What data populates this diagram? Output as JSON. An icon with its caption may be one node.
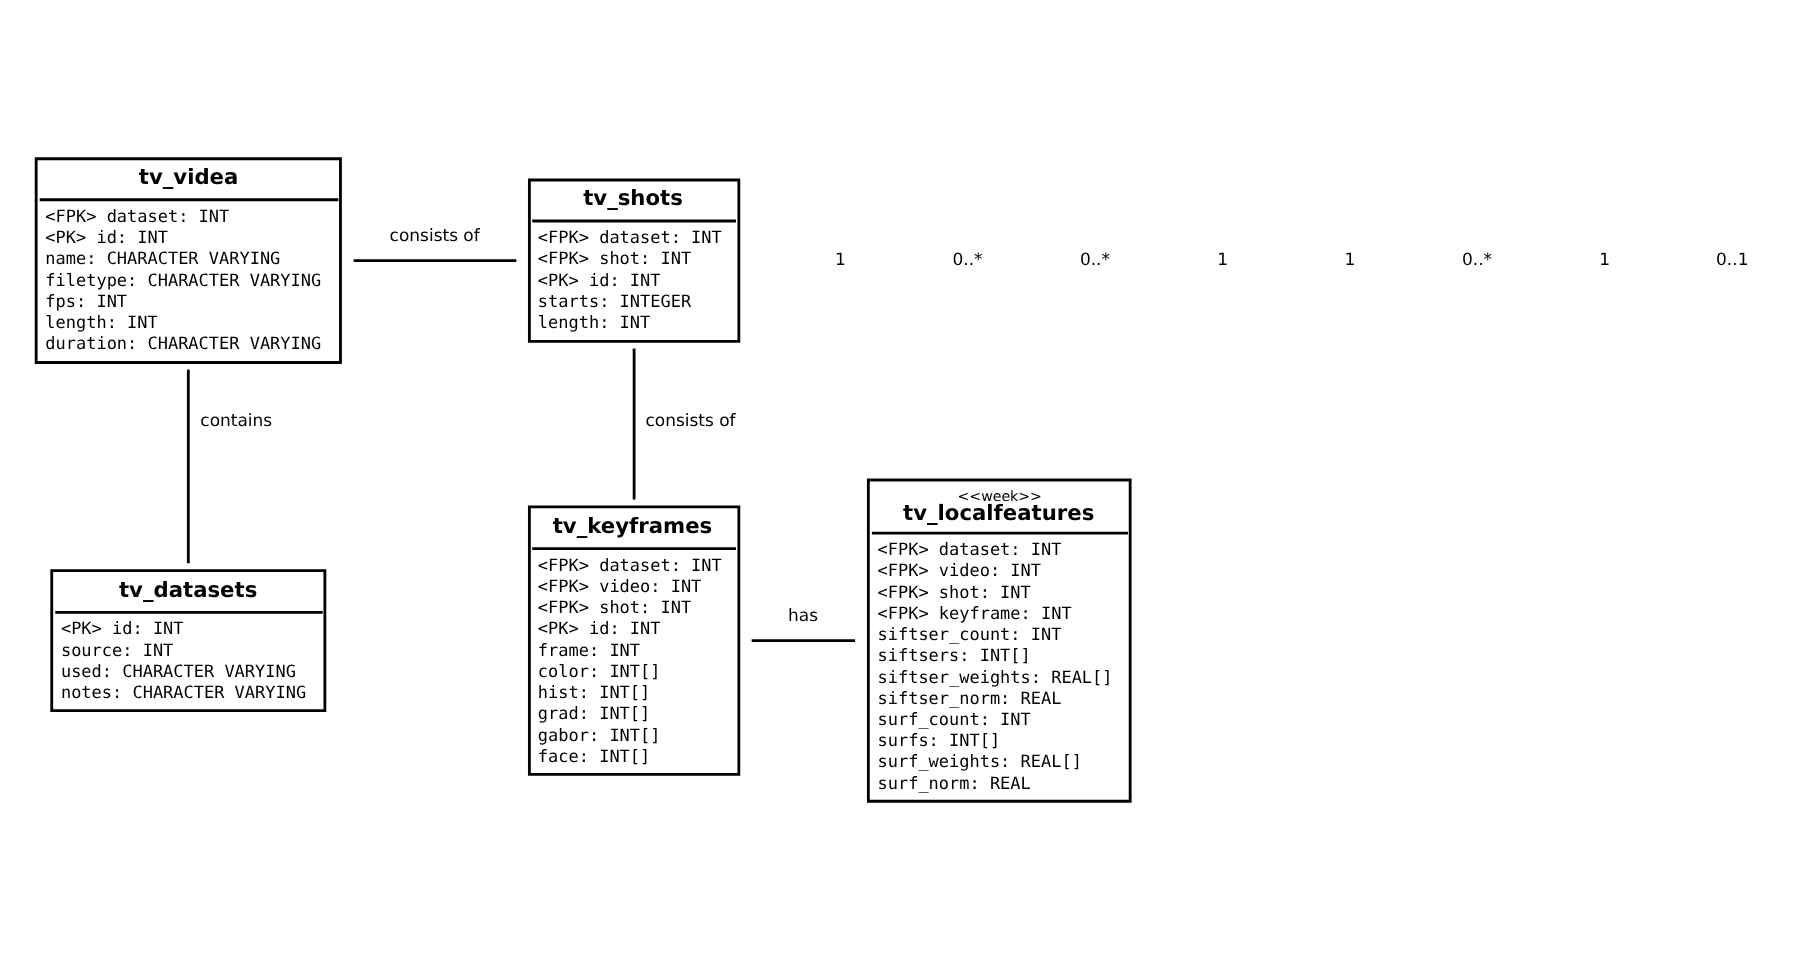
{
  "diagram": {
    "nodes": [
      {
        "text": [
          "tv_videa",
          "<FPK> dataset: INT",
          "<PK> id: INT",
          "name: CHARACTER VARYING",
          "filetype: CHARACTER VARYING",
          "fps: INT",
          "length: INT",
          "duration: CHARACTER VARYING"
        ]
      },
      {
        "text": [
          "tv_shots",
          "<FPK> dataset: INT",
          "<FPK> shot: INT",
          "<PK> id: INT",
          "starts: INTEGER",
          "length: INT"
        ]
      },
      {
        "text": [
          "tv_datasets",
          "<PK> id: INT",
          "source: INT",
          "used: CHARACTER VARYING",
          "notes: CHARACTER VARYING"
        ]
      },
      {
        "text": [
          "tv_keyframes",
          "<FPK> dataset: INT",
          "<FPK> video: INT",
          "<FPK> shot: INT",
          "<PK> id: INT",
          "frame: INT",
          "color: INT[]",
          "hist: INT[]",
          "grad: INT[]",
          "gabor: INT[]",
          "face: INT[]"
        ]
      },
      {
        "text": [
          "<<week>>",
          "tv_localfeatures",
          "<FPK> dataset: INT",
          "<FPK> video: INT",
          "<FPK> shot: INT",
          "<FPK> keyframe: INT",
          "siftser_count: INT",
          "siftsers: INT[]",
          "siftser_weights: REAL[]",
          "siftser_norm: REAL",
          "surf_count: INT",
          "surfs: INT[]",
          "surf_weights: REAL[]",
          "surf_norm: REAL"
        ]
      }
    ],
    "edges": [
      {
        "from": 0,
        "to": 1,
        "arrow": "none",
        "label": "consists of"
      },
      {
        "from": 0,
        "to": 2,
        "arrow": "none",
        "label": "contains"
      },
      {
        "from": 1,
        "to": 3,
        "arrow": "none",
        "label": "consists of"
      },
      {
        "from": 3,
        "to": 4,
        "arrow": "none",
        "label": "has"
      }
    ],
    "labels": [
      "1",
      "0..*",
      "0..*",
      "1",
      "1",
      "0..*",
      "1",
      "0..1"
    ]
  }
}
